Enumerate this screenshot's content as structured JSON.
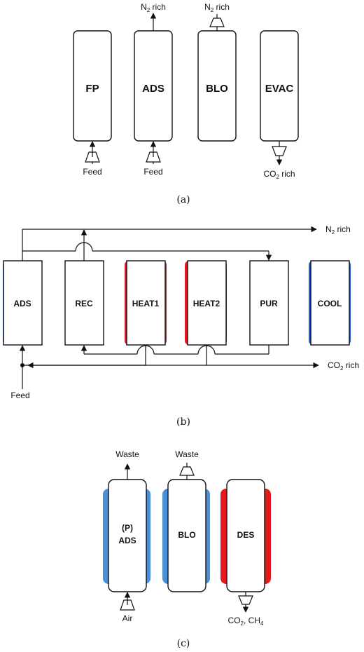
{
  "colors": {
    "cool": "#1f5fd6",
    "cool_light": "#4a90d9",
    "heat": "#e31a1c",
    "stroke": "#111111"
  },
  "panel_a": {
    "columns": [
      "FP",
      "ADS",
      "BLO",
      "EVAC"
    ],
    "labels": {
      "n2_out_ads": "N",
      "n2_out_ads_sub": "2",
      "n2_out_ads_tail": " rich",
      "n2_out_blo": "N",
      "n2_out_blo_sub": "2",
      "n2_out_blo_tail": " rich",
      "feed_fp": "Feed",
      "feed_ads": "Feed",
      "co2_evac": "CO",
      "co2_evac_sub": "2",
      "co2_evac_tail": " rich"
    },
    "caption": "(a)"
  },
  "panel_b": {
    "columns": [
      "ADS",
      "REC",
      "HEAT1",
      "HEAT2",
      "PUR",
      "COOL"
    ],
    "labels": {
      "n2": "N",
      "n2_sub": "2",
      "n2_tail": " rich",
      "co2": "CO",
      "co2_sub": "2",
      "co2_tail": " rich",
      "feed": "Feed"
    },
    "caption": "(b)"
  },
  "panel_c": {
    "columns": {
      "ads_p": "(P)",
      "ads": "ADS",
      "blo": "BLO",
      "des": "DES"
    },
    "labels": {
      "waste_ads": "Waste",
      "waste_blo": "Waste",
      "air": "Air",
      "co2": "CO",
      "co2_sub": "2",
      "co2_tail": ", CH",
      "ch4_sub": "4"
    },
    "caption": "(c)"
  }
}
